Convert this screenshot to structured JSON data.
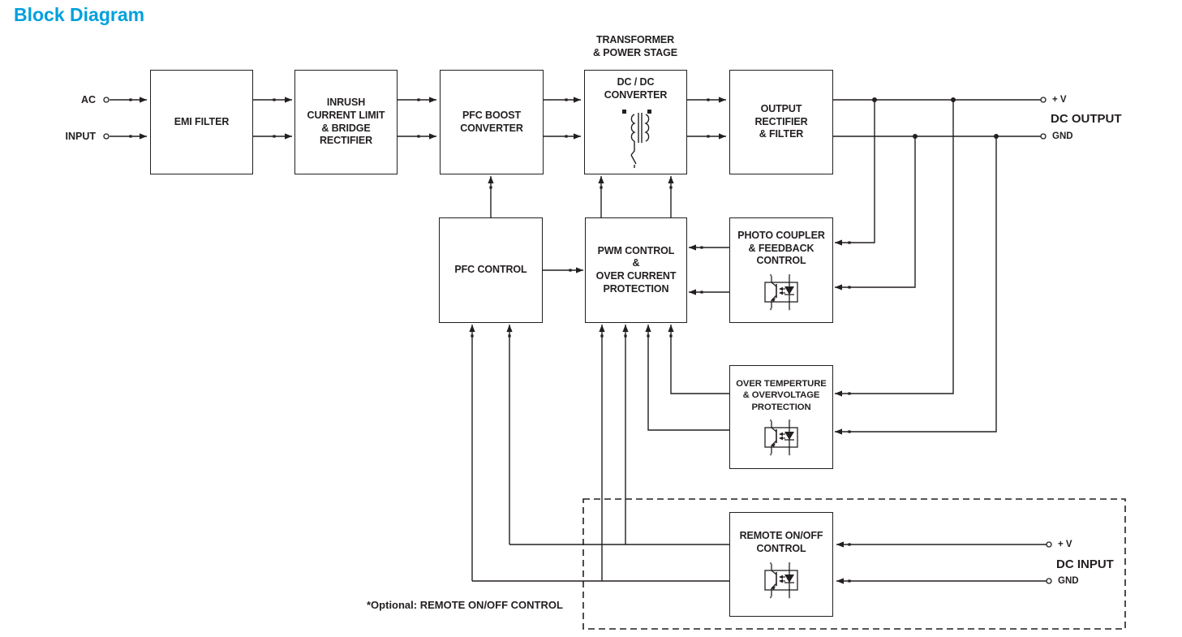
{
  "title": "Block Diagram",
  "colors": {
    "title": "#00A0DD",
    "line": "#231F20",
    "text": "#231F20",
    "background": "#FFFFFF"
  },
  "annotations": {
    "transformer_stage": "TRANSFORMER\n& POWER STAGE",
    "optional_note": "*Optional: REMOTE ON/OFF CONTROL"
  },
  "io": {
    "ac_input": {
      "line1": "AC",
      "line2": "INPUT"
    },
    "dc_output": {
      "plus": "+ V",
      "title": "DC OUTPUT",
      "gnd": "GND"
    },
    "dc_input": {
      "plus": "+ V",
      "title": "DC INPUT",
      "gnd": "GND"
    }
  },
  "blocks": {
    "emi_filter": {
      "label": "EMI FILTER"
    },
    "inrush": {
      "label": "INRUSH\nCURRENT LIMIT\n& BRIDGE\nRECTIFIER"
    },
    "pfc_boost": {
      "label": "PFC BOOST\nCONVERTER"
    },
    "dc_dc": {
      "label": "DC / DC\nCONVERTER",
      "icon": "transformer-icon"
    },
    "output_rectifier": {
      "label": "OUTPUT\nRECTIFIER\n& FILTER"
    },
    "pfc_control": {
      "label": "PFC CONTROL"
    },
    "pwm_control": {
      "label": "PWM CONTROL\n&\nOVER CURRENT\nPROTECTION"
    },
    "photo_coupler": {
      "label": "PHOTO COUPLER\n& FEEDBACK\nCONTROL",
      "icon": "optocoupler-icon"
    },
    "over_temp": {
      "label": "OVER TEMPERTURE\n& OVERVOLTAGE\nPROTECTION",
      "icon": "optocoupler-icon"
    },
    "remote": {
      "label": "REMOTE ON/OFF\nCONTROL",
      "icon": "optocoupler-icon"
    }
  }
}
